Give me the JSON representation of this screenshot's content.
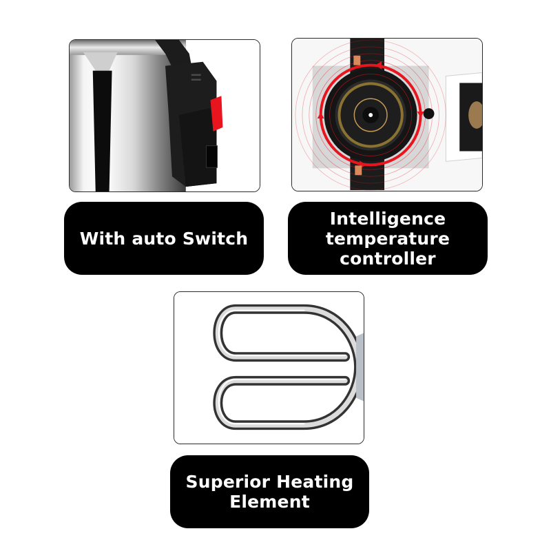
{
  "features": [
    {
      "id": "auto-switch",
      "image": "kettle-handle-auto-switch",
      "label_lines": [
        "With auto Switch"
      ],
      "accent_color": "#e8141e"
    },
    {
      "id": "temperature-controller",
      "image": "thermostat-temperature-controller",
      "label_lines": [
        "Intelligence",
        "temperature",
        "controller"
      ],
      "accent_color": "#e8141e"
    },
    {
      "id": "heating-element",
      "image": "chrome-heating-element-coil",
      "label_lines": [
        "Superior Heating",
        "Element"
      ]
    }
  ],
  "colors": {
    "label_background": "#000000",
    "label_text": "#ffffff",
    "panel_border": "#2a2a2a",
    "page_background": "#ffffff"
  }
}
